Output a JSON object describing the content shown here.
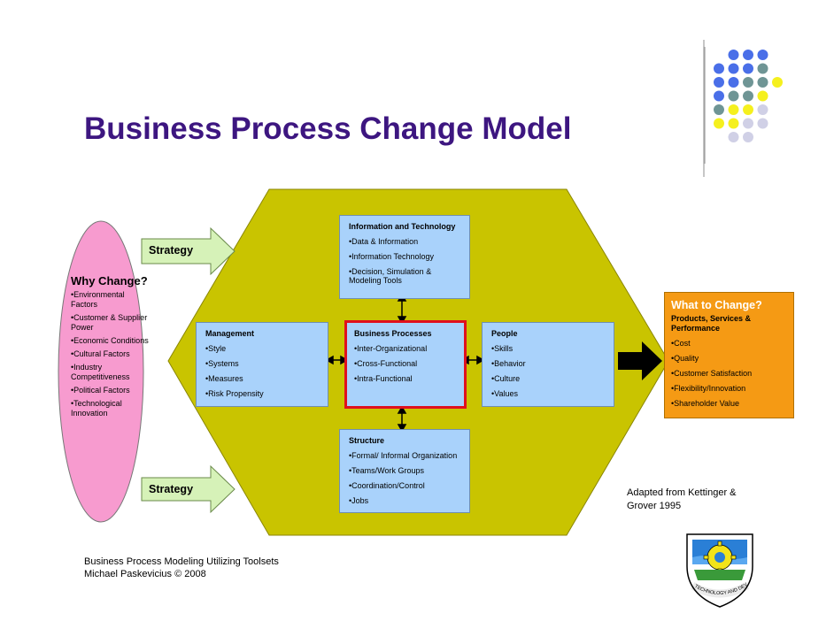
{
  "title": "Business Process Change Model",
  "why_change": {
    "heading": "Why Change?",
    "items": [
      "•Environmental Factors",
      "•Customer & Supplier Power",
      "•Economic Conditions",
      "•Cultural Factors",
      "•Industry Competitiveness",
      "•Political Factors",
      "•Technological Innovation"
    ]
  },
  "strategy_labels": [
    "Strategy",
    "Strategy"
  ],
  "info_tech": {
    "heading": "Information and Technology",
    "items": [
      "•Data & Information",
      "•Information Technology",
      "•Decision, Simulation & Modeling Tools"
    ]
  },
  "management": {
    "heading": "Management",
    "items": [
      "•Style",
      "•Systems",
      "•Measures",
      "•Risk Propensity"
    ]
  },
  "business_processes": {
    "heading": "Business Processes",
    "items": [
      "•Inter-Organizational",
      "•Cross-Functional",
      "•Intra-Functional"
    ]
  },
  "people": {
    "heading": "People",
    "items": [
      "•Skills",
      "•Behavior",
      "•Culture",
      "•Values"
    ]
  },
  "structure": {
    "heading": "Structure",
    "items": [
      "•Formal/ Informal Organization",
      "•Teams/Work Groups",
      "•Coordination/Control",
      "•Jobs"
    ]
  },
  "what_to_change": {
    "heading": "What to Change?",
    "subheading": "Products, Services & Performance",
    "items": [
      "•Cost",
      "•Quality",
      "•Customer Satisfaction",
      "•Flexibility/Innovation",
      "•Shareholder Value"
    ]
  },
  "adapted": "Adapted from Kettinger & Grover 1995",
  "footer": {
    "line1": "Business Process Modeling Utilizing Toolsets",
    "line2": "Michael Paskevicius © 2008"
  },
  "logo_text": "TECHNOLOGY AND DEVELOPMENT",
  "colors": {
    "title": "#3d1680",
    "hexagon": "#c9c400",
    "box": "#a9d2fb",
    "ellipse": "#f79bcf",
    "orange": "#f59a14",
    "red": "#e0101e",
    "arrow_green": "#d6f2b8",
    "dot_blue": "#4a6fe8",
    "dot_gray": "#6f9595",
    "dot_yellow": "#f5f01e",
    "dot_light": "#d0d0e6"
  }
}
